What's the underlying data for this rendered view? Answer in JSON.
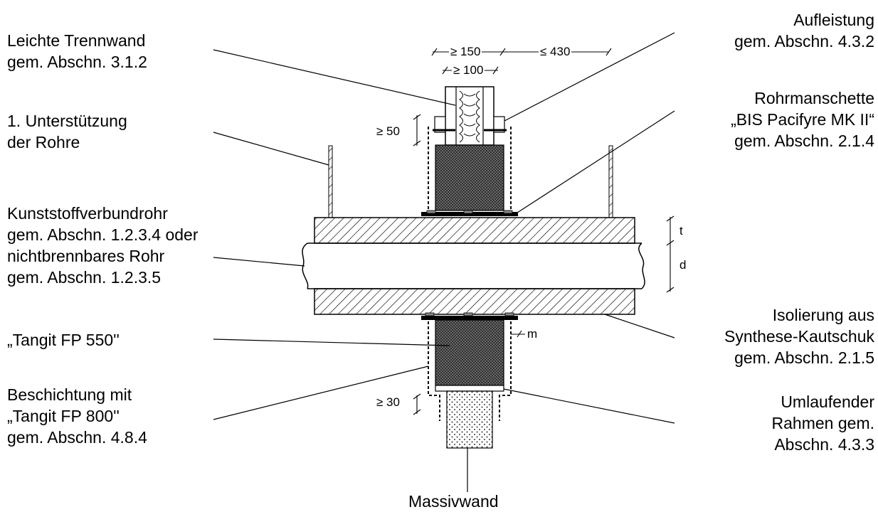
{
  "labels": {
    "trennwand": [
      "Leichte Trennwand",
      "gem. Abschn. 3.1.2"
    ],
    "unterstuetzung": [
      "1. Unterstützung",
      "der Rohre"
    ],
    "rohr": [
      "Kunststoffverbundrohr",
      "gem. Abschn. 1.2.3.4 oder",
      "nichtbrennbares Rohr",
      "gem. Abschn. 1.2.3.5"
    ],
    "tangit550": [
      "„Tangit FP 550''"
    ],
    "beschichtung": [
      "Beschichtung mit",
      "„Tangit FP 800''",
      "gem. Abschn. 4.8.4"
    ],
    "aufleistung": [
      "Aufleistung",
      "gem. Abschn. 4.3.2"
    ],
    "rohrmanschette": [
      "Rohrmanschette",
      "„BIS Pacifyre MK II“",
      "gem. Abschn. 2.1.4"
    ],
    "isolierung": [
      "Isolierung aus",
      "Synthese-Kautschuk",
      "gem. Abschn. 2.1.5"
    ],
    "rahmen": [
      "Umlaufender",
      "Rahmen gem.",
      "Abschn. 4.3.3"
    ],
    "massivwand": "Massivwand"
  },
  "dimensions": {
    "d150": "≥ 150",
    "d430": "≤ 430",
    "d100": "≥ 100",
    "d50": "≥ 50",
    "d30": "≥ 30",
    "t": "t",
    "d": "d",
    "m": "m"
  }
}
